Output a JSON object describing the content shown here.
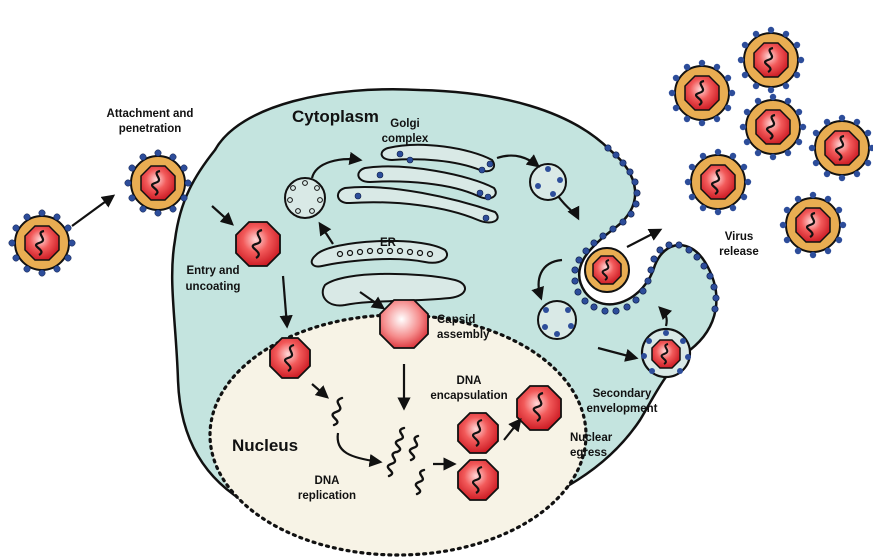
{
  "labels": {
    "attachment": [
      "Attachment and",
      "penetration"
    ],
    "cytoplasm": "Cytoplasm",
    "golgi": [
      "Golgi",
      "complex"
    ],
    "er": "ER",
    "entry": [
      "Entry and",
      "uncoating"
    ],
    "capsid": [
      "Capsid",
      "assembly"
    ],
    "virus_release": [
      "Virus",
      "release"
    ],
    "secondary": [
      "Secondary",
      "envelopment"
    ],
    "dna_encapsulation": [
      "DNA",
      "encapsulation"
    ],
    "nuclear_egress": [
      "Nuclear",
      "egress"
    ],
    "nucleus": "Nucleus",
    "dna_replication": [
      "DNA",
      "replication"
    ]
  },
  "colors": {
    "cytoplasm": "#c4e4df",
    "nucleus": "#f7f3e6",
    "capsid_red": "#e8222e",
    "envelope_orange": "#e9ad52",
    "glycoprotein_blue": "#2d4d9a",
    "organelle": "#d9e9e6"
  }
}
